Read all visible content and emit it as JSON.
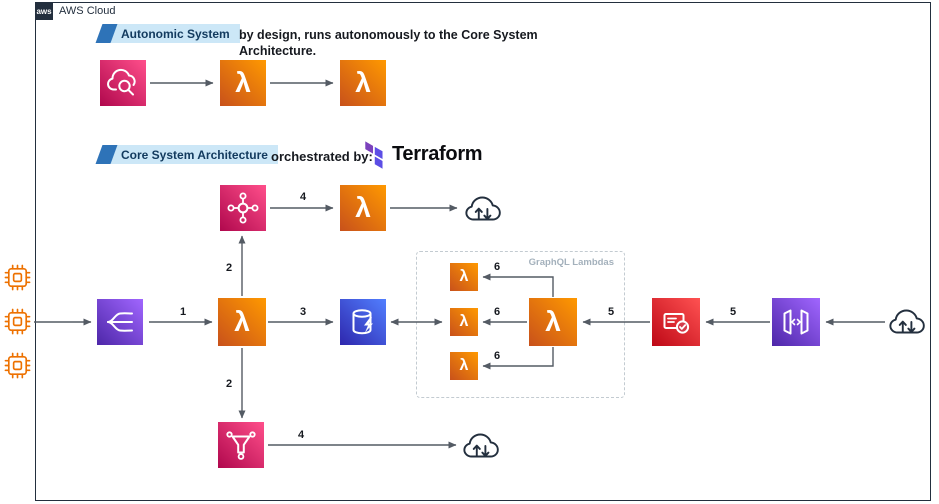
{
  "frame": {
    "logo_text": "aws",
    "title": "AWS Cloud"
  },
  "sections": {
    "autonomic": {
      "tag": "Autonomic System",
      "description": "by design, runs autonomously to the Core System Architecture."
    },
    "core": {
      "tag": "Core System Architecture",
      "orchestrated_by": "orchestrated by:",
      "terraform_wordmark": "Terraform"
    }
  },
  "groups": {
    "graphql": {
      "label": "GraphQL Lambdas"
    }
  },
  "arrow_labels": {
    "ingest": "1",
    "fanout_up": "2",
    "fanout_down": "2",
    "store": "3",
    "publish_top": "4",
    "publish_bottom": "4",
    "auth_to_lambda": "5",
    "gateway_to_auth": "5",
    "resolver_top": "6",
    "resolver_mid": "6",
    "resolver_bottom": "6"
  },
  "glyphs": {
    "lambda": "λ"
  },
  "colors": {
    "lambda_orange": "#ED7100",
    "pink_service": "#E7157B",
    "database_blue": "#2E27AD",
    "purple_service": "#8C4FFF",
    "security_red": "#DD344C",
    "terraform_purple": "#7B42BC",
    "terraform_indigo": "#5C4EE5",
    "tag_light_blue": "#CCE7F7",
    "tag_dark_blue": "#2E73B8",
    "arrow_gray": "#545B64",
    "outline_dark": "#232F3E",
    "chip_orange": "#ED7100"
  }
}
